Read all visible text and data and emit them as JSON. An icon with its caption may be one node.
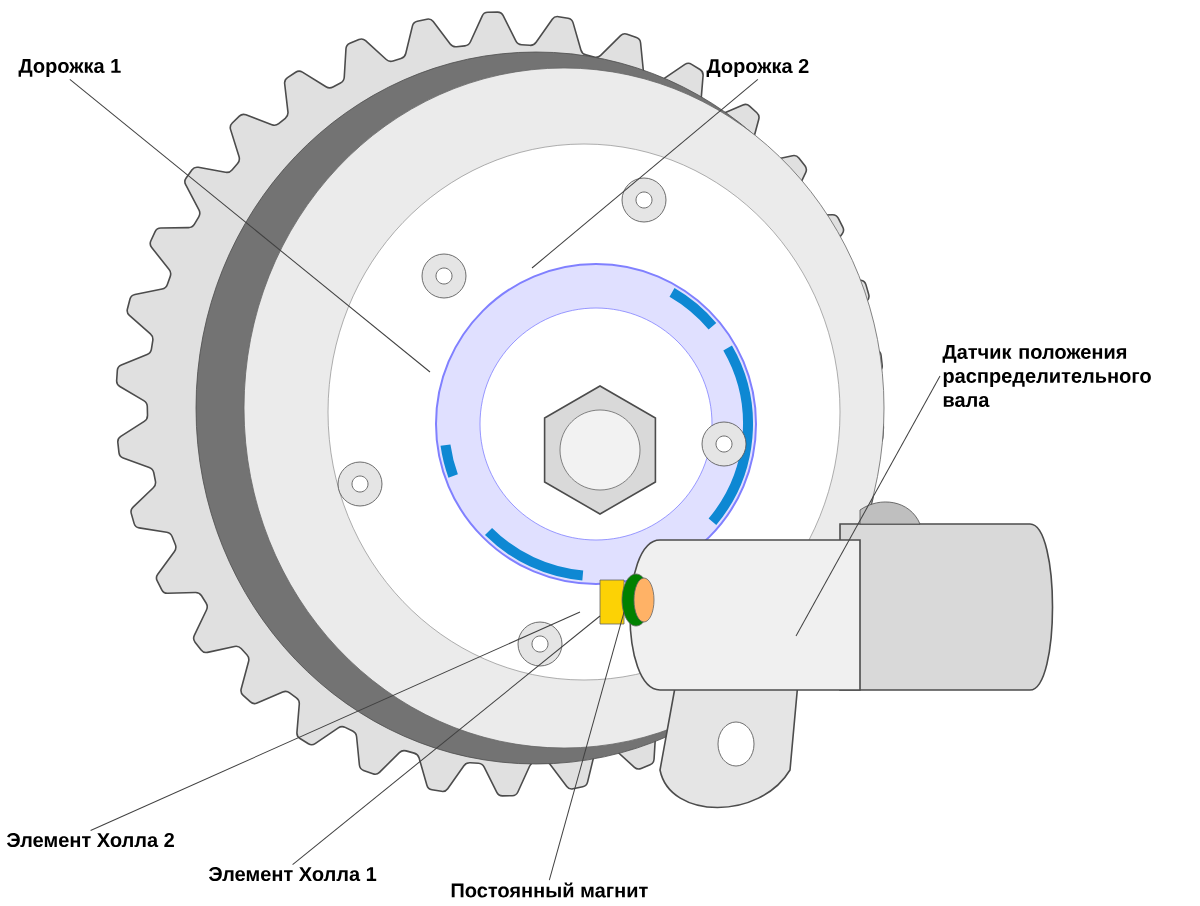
{
  "diagram": {
    "nodes": [
      {
        "text": [
          "Дорожка 1"
        ]
      },
      {
        "text": [
          "Дорожка 2"
        ]
      },
      {
        "text": [
          "Датчик положения распределительного вала"
        ]
      },
      {
        "text": [
          "Элемент Холла 2"
        ]
      },
      {
        "text": [
          "Элемент Холла 1"
        ]
      },
      {
        "text": [
          "Постоянный магнит"
        ]
      }
    ],
    "edges": [
      {
        "from": 0,
        "to": null,
        "arrow": "none"
      },
      {
        "from": 1,
        "to": null,
        "arrow": "none"
      },
      {
        "from": 2,
        "to": null,
        "arrow": "none"
      },
      {
        "from": 3,
        "to": null,
        "arrow": "none"
      },
      {
        "from": 4,
        "to": null,
        "arrow": "none"
      },
      {
        "from": 5,
        "to": null,
        "arrow": "none"
      }
    ]
  }
}
